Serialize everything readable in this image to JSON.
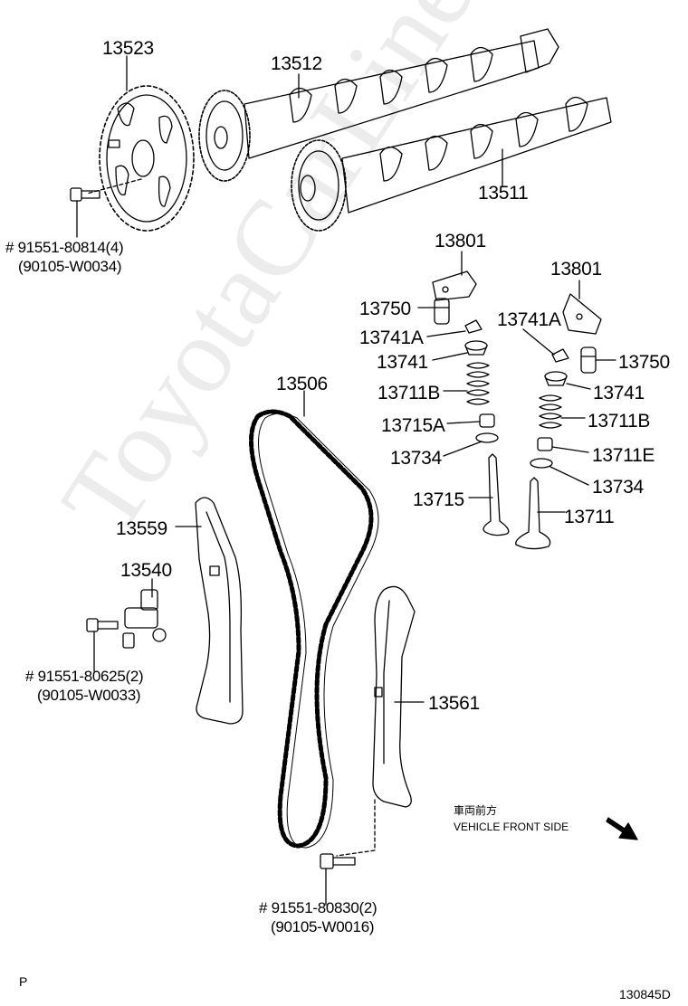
{
  "watermark": "ToyotaCarLine.ru",
  "part_numbers": {
    "p13523": "13523",
    "p13512": "13512",
    "p13511": "13511",
    "p13801_a": "13801",
    "p13801_b": "13801",
    "p13750_a": "13750",
    "p13750_b": "13750",
    "p13741A_a": "13741A",
    "p13741A_b": "13741A",
    "p13741_a": "13741",
    "p13741_b": "13741",
    "p13711B_a": "13711B",
    "p13711B_b": "13711B",
    "p13715A": "13715A",
    "p13711E": "13711E",
    "p13734_a": "13734",
    "p13734_b": "13734",
    "p13715": "13715",
    "p13711": "13711",
    "p13506": "13506",
    "p13559": "13559",
    "p13540": "13540",
    "p13561": "13561"
  },
  "bolts": {
    "bolt1_line1": "# 91551-80814(4)",
    "bolt1_line2": "(90105-W0034)",
    "bolt2_line1": "# 91551-80625(2)",
    "bolt2_line2": "(90105-W0033)",
    "bolt3_line1": "# 91551-80830(2)",
    "bolt3_line2": "(90105-W0016)"
  },
  "direction": {
    "jp": "車両前方",
    "en": "VEHICLE FRONT SIDE"
  },
  "footer": {
    "left": "P",
    "ref": "130845D"
  }
}
